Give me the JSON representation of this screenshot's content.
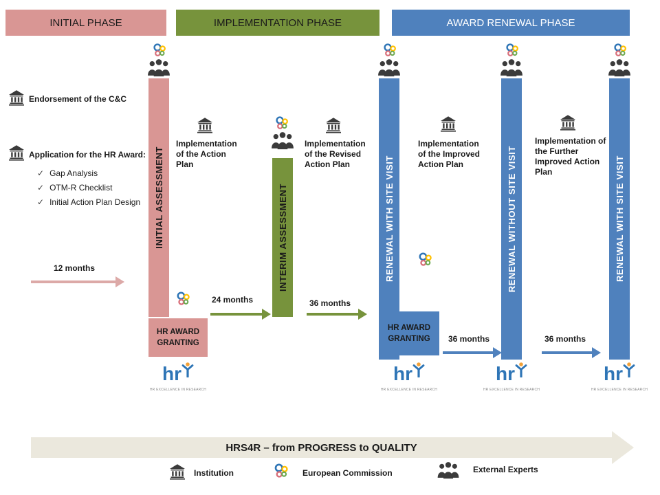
{
  "phases": [
    {
      "label": "INITIAL PHASE"
    },
    {
      "label": "IMPLEMENTATION PHASE"
    },
    {
      "label": "AWARD RENEWAL PHASE"
    }
  ],
  "bars": [
    {
      "label": "INITIAL ASSESSMENT"
    },
    {
      "label": "INTERIM ASSESSMENT"
    },
    {
      "label": "RENEWAL WITH SITE VISIT"
    },
    {
      "label": "RENEWAL WITHOUT SITE VISIT"
    },
    {
      "label": "RENEWAL WITH SITE VISIT"
    }
  ],
  "left_panel": {
    "endorsement": "Endorsement of the C&C",
    "application": "Application for the HR Award:",
    "checklist": [
      "Gap Analysis",
      "OTM-R Checklist",
      "Initial Action Plan Design"
    ],
    "duration_12": "12 months"
  },
  "annotations": {
    "action_plan": "Implementation of the Action Plan",
    "revised_plan": "Implementation of the Revised Action Plan",
    "improved_plan": "Implementation of the Improved Action Plan",
    "further_plan": "Implementation of the Further Improved Action Plan",
    "duration_24": "24 months",
    "duration_36_1": "36 months",
    "duration_36_2": "36 months",
    "duration_36_3": "36 months"
  },
  "granting": {
    "text": "HR AWARD GRANTING"
  },
  "hr_logo": {
    "mark": "hr",
    "caption": "HR EXCELLENCE IN RESEARCH"
  },
  "footer": {
    "title": "HRS4R – from PROGRESS to QUALITY"
  },
  "legend": {
    "institution": "Institution",
    "european_commission": "European Commission",
    "external_experts": "External Experts"
  },
  "colors": {
    "pink": "#d99694",
    "green": "#77933c",
    "blue": "#4f81bd",
    "cream": "#ebe8dd"
  }
}
